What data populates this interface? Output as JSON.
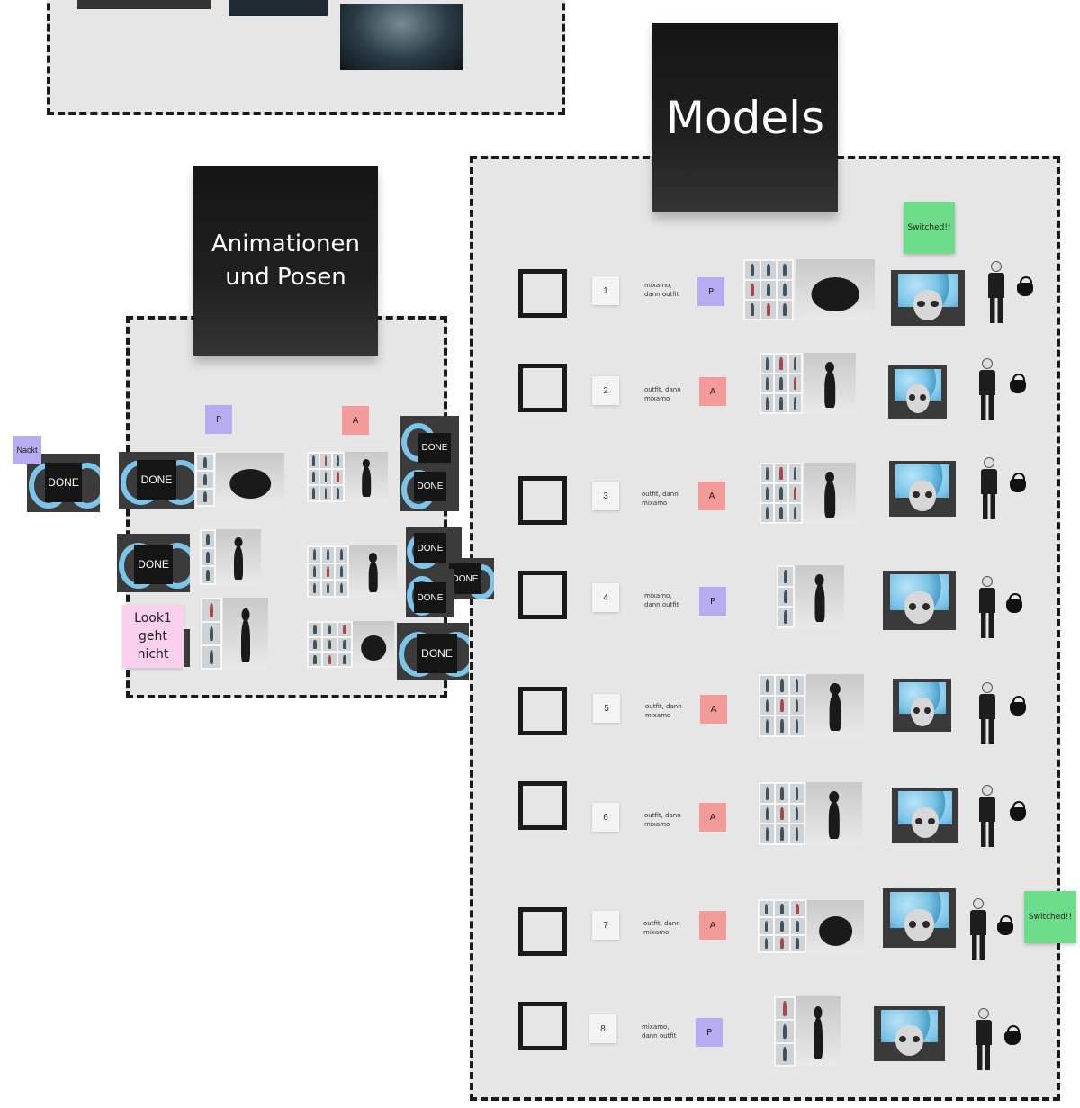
{
  "models_board": {
    "title": "Models",
    "switched_label": "Switched!!",
    "rows": [
      {
        "number": "1",
        "note": "mixamo,\ndann outfit",
        "tag": "P"
      },
      {
        "number": "2",
        "note": "outfit, dann\nmixamo",
        "tag": "A"
      },
      {
        "number": "3",
        "note": "outfit, dann\nmixamo",
        "tag": "A"
      },
      {
        "number": "4",
        "note": "mixamo,\ndann outfit",
        "tag": "P"
      },
      {
        "number": "5",
        "note": "outfit, dann\nmixamo",
        "tag": "A"
      },
      {
        "number": "6",
        "note": "outfit, dann\nmixamo",
        "tag": "A"
      },
      {
        "number": "7",
        "note": "outfit, dann\nmixamo",
        "tag": "A"
      },
      {
        "number": "8",
        "note": "mixamo,\ndann outfit",
        "tag": "P"
      }
    ]
  },
  "animations_board": {
    "title": "Animationen\nund Posen",
    "tag_p": "P",
    "tag_a": "A",
    "done_label": "DONE",
    "nackt_label": "Nackt",
    "look_note": "Look1\ngeht\nnicht"
  },
  "colors": {
    "frame_bg": "#e6e6e6",
    "tag_p": "#b7acf2",
    "tag_a": "#f39b9b",
    "switched_green": "#6fdc8c",
    "pink_note": "#fbd0ec"
  }
}
